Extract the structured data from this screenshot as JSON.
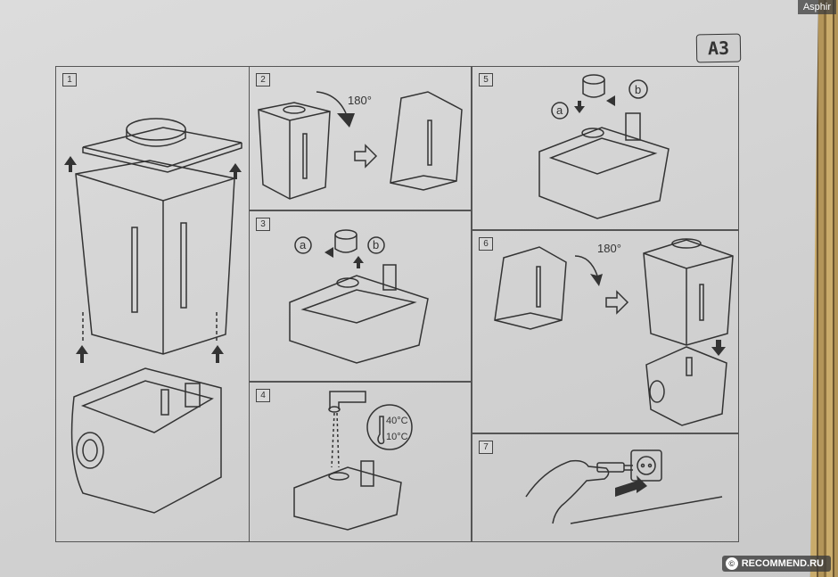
{
  "header": {
    "author": "Asphir",
    "page_code": "A3"
  },
  "steps": [
    {
      "number": "1"
    },
    {
      "number": "2",
      "rotation": "180°"
    },
    {
      "number": "3",
      "label_a": "a",
      "label_b": "b"
    },
    {
      "number": "4",
      "temp_high": "40°C",
      "temp_low": "10°C"
    },
    {
      "number": "5",
      "label_a": "a",
      "label_b": "b"
    },
    {
      "number": "6",
      "rotation": "180°"
    },
    {
      "number": "7"
    }
  ],
  "footer": {
    "watermark": "RECOMMEND.RU",
    "watermark_icon": "©"
  }
}
